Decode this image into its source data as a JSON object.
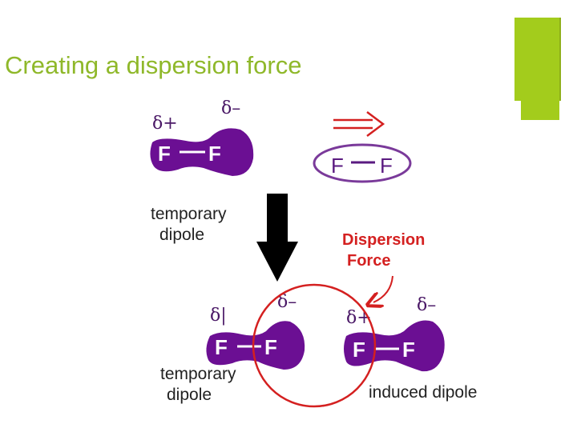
{
  "title": "Creating a dispersion force",
  "colors": {
    "title": "#8fb82a",
    "accent_bar": "#a3cc1c",
    "molecule_fill": "#6b0f93",
    "atom_label": "#ffffff",
    "outline": "#7a3a9a",
    "dispersion": "#d42020",
    "text": "#222222"
  },
  "atom": "F",
  "bond": "—",
  "charges": {
    "positive": "δ+",
    "negative": "δ–",
    "positive_partial": "δ|"
  },
  "labels": {
    "temporary_dipole_line1": "temporary",
    "temporary_dipole_line2": "dipole",
    "dispersion_line1": "Dispersion",
    "dispersion_line2": "Force",
    "induced_dipole": "induced dipole"
  },
  "icons": {
    "down_arrow": "thick-down-arrow-icon",
    "right_arrow": "double-right-arrow-icon",
    "curved_arrow": "curved-arrow-icon",
    "interaction_circle": "circle-outline-icon"
  }
}
